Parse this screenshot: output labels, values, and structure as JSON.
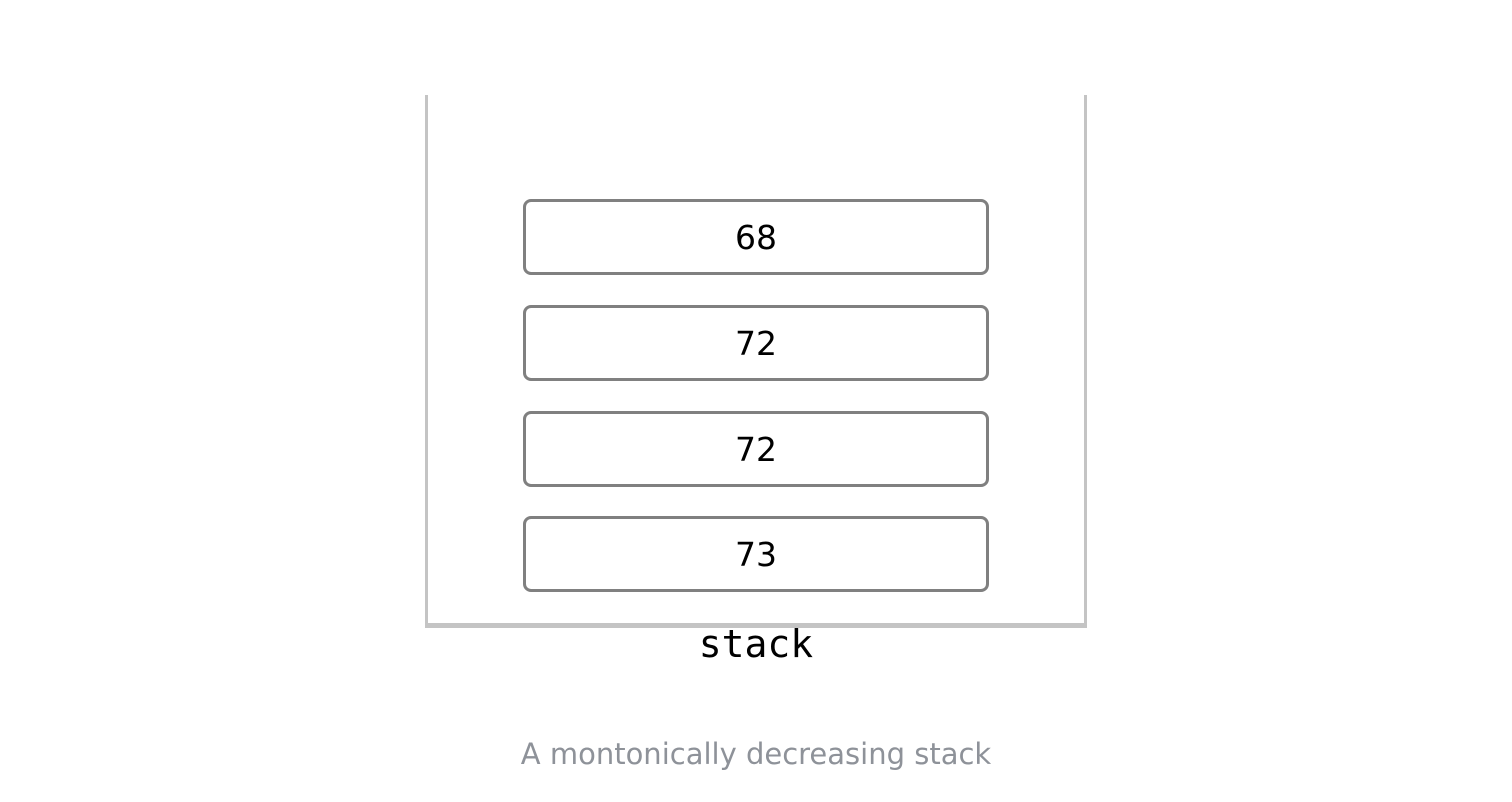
{
  "stack": {
    "items": [
      "68",
      "72",
      "72",
      "73"
    ],
    "label": "stack"
  },
  "caption": "A montonically decreasing stack",
  "colors": {
    "container_border": "#c4c4c4",
    "item_border": "#808080",
    "caption_text": "#8e9299"
  }
}
